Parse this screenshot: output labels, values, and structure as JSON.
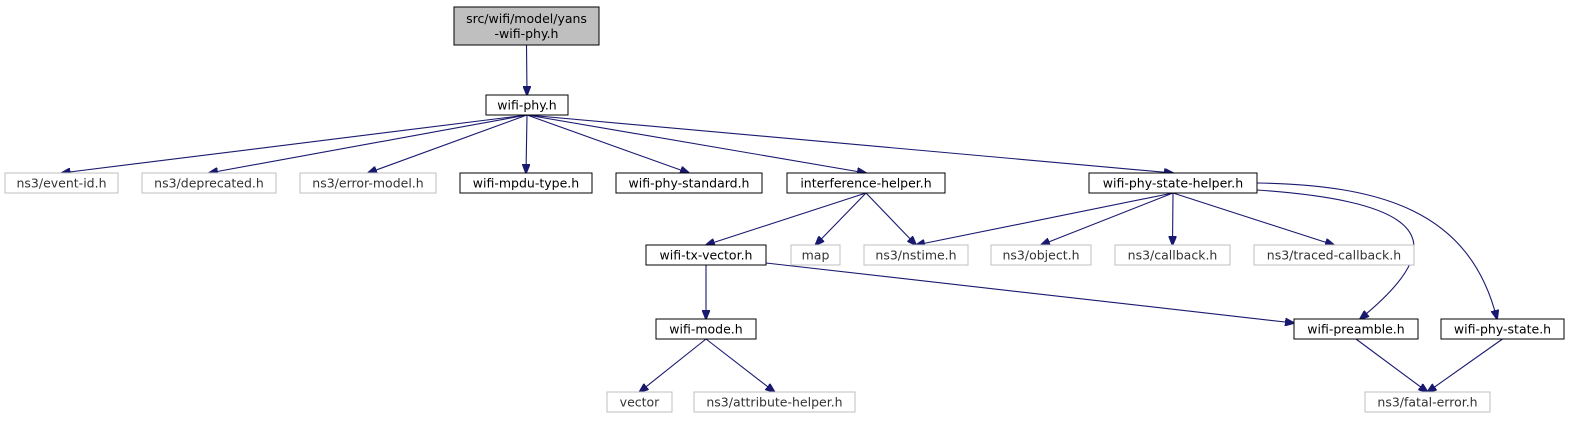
{
  "nodes": {
    "yans_wifi_phy": {
      "label_lines": [
        "src/wifi/model/yans",
        "-wifi-phy.h"
      ],
      "kind": "root"
    },
    "wifi_phy": {
      "label": "wifi-phy.h",
      "kind": "internal"
    },
    "event_id": {
      "label": "ns3/event-id.h",
      "kind": "external"
    },
    "deprecated": {
      "label": "ns3/deprecated.h",
      "kind": "external"
    },
    "error_model": {
      "label": "ns3/error-model.h",
      "kind": "external"
    },
    "wifi_mpdu_type": {
      "label": "wifi-mpdu-type.h",
      "kind": "internal"
    },
    "wifi_phy_standard": {
      "label": "wifi-phy-standard.h",
      "kind": "internal"
    },
    "interference_helper": {
      "label": "interference-helper.h",
      "kind": "internal"
    },
    "wifi_phy_state_helper": {
      "label": "wifi-phy-state-helper.h",
      "kind": "internal"
    },
    "wifi_tx_vector": {
      "label": "wifi-tx-vector.h",
      "kind": "internal"
    },
    "map": {
      "label": "map",
      "kind": "external"
    },
    "nstime": {
      "label": "ns3/nstime.h",
      "kind": "external"
    },
    "object": {
      "label": "ns3/object.h",
      "kind": "external"
    },
    "callback": {
      "label": "ns3/callback.h",
      "kind": "external"
    },
    "traced_callback": {
      "label": "ns3/traced-callback.h",
      "kind": "external"
    },
    "wifi_mode": {
      "label": "wifi-mode.h",
      "kind": "internal"
    },
    "wifi_preamble": {
      "label": "wifi-preamble.h",
      "kind": "internal"
    },
    "wifi_phy_state": {
      "label": "wifi-phy-state.h",
      "kind": "internal"
    },
    "vector": {
      "label": "vector",
      "kind": "external"
    },
    "attribute_helper": {
      "label": "ns3/attribute-helper.h",
      "kind": "external"
    },
    "fatal_error": {
      "label": "ns3/fatal-error.h",
      "kind": "external"
    }
  },
  "edges": [
    [
      "yans_wifi_phy",
      "wifi_phy"
    ],
    [
      "wifi_phy",
      "event_id"
    ],
    [
      "wifi_phy",
      "deprecated"
    ],
    [
      "wifi_phy",
      "error_model"
    ],
    [
      "wifi_phy",
      "wifi_mpdu_type"
    ],
    [
      "wifi_phy",
      "wifi_phy_standard"
    ],
    [
      "wifi_phy",
      "interference_helper"
    ],
    [
      "wifi_phy",
      "wifi_phy_state_helper"
    ],
    [
      "interference_helper",
      "wifi_tx_vector"
    ],
    [
      "interference_helper",
      "map"
    ],
    [
      "interference_helper",
      "nstime"
    ],
    [
      "wifi_phy_state_helper",
      "nstime"
    ],
    [
      "wifi_phy_state_helper",
      "object"
    ],
    [
      "wifi_phy_state_helper",
      "callback"
    ],
    [
      "wifi_phy_state_helper",
      "traced_callback"
    ],
    [
      "wifi_phy_state_helper",
      "wifi_preamble"
    ],
    [
      "wifi_phy_state_helper",
      "wifi_phy_state"
    ],
    [
      "wifi_tx_vector",
      "wifi_mode"
    ],
    [
      "wifi_tx_vector",
      "wifi_preamble"
    ],
    [
      "wifi_mode",
      "vector"
    ],
    [
      "wifi_mode",
      "attribute_helper"
    ],
    [
      "wifi_preamble",
      "fatal_error"
    ],
    [
      "wifi_phy_state",
      "fatal_error"
    ]
  ],
  "colors": {
    "edge": "#191970",
    "root_fill": "#bfbfbf",
    "internal_border": "#000000",
    "external_border": "#bfbfbf",
    "node_fill": "#ffffff"
  }
}
